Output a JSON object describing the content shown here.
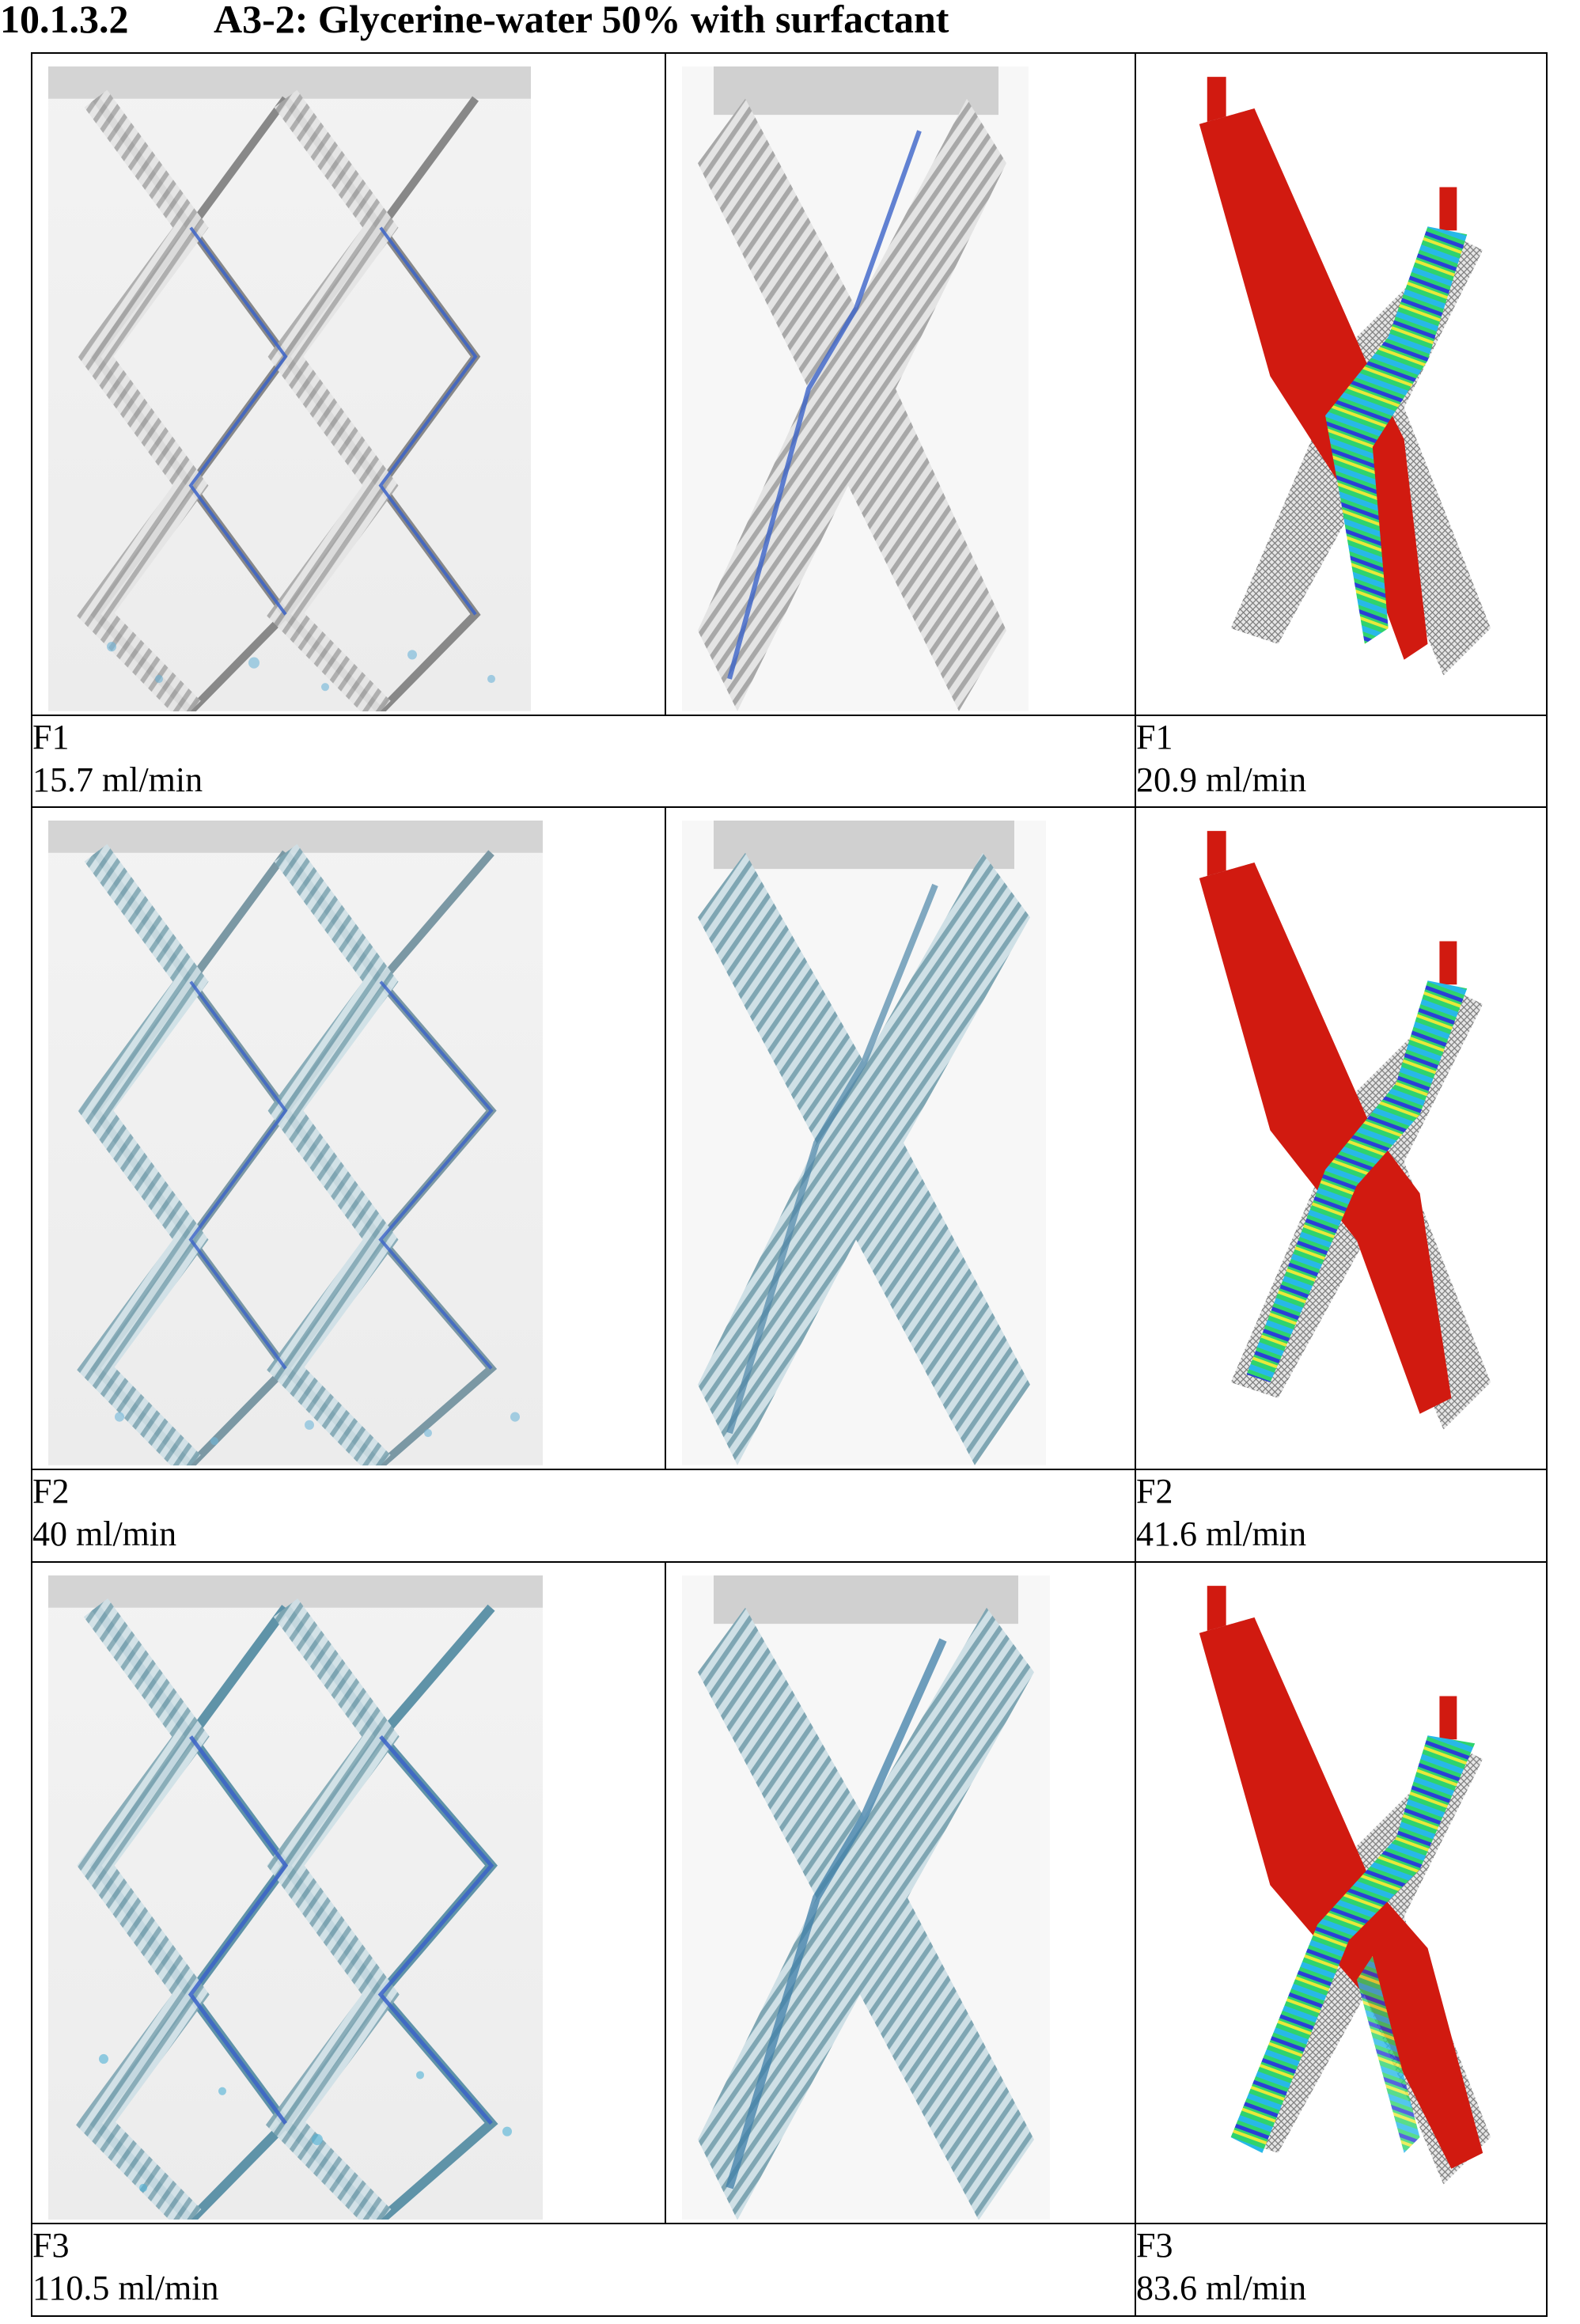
{
  "heading": {
    "number": "10.1.3.2",
    "title": "A3-2: Glycerine-water 50% with surfactant"
  },
  "rows": [
    {
      "exp_label": "F1",
      "exp_rate": "15.7 ml/min",
      "sim_label": "F1",
      "sim_rate": "20.9 ml/min"
    },
    {
      "exp_label": "F2",
      "exp_rate": "40 ml/min",
      "sim_label": "F2",
      "sim_rate": "41.6 ml/min"
    },
    {
      "exp_label": "F3",
      "exp_rate": "110.5 ml/min",
      "sim_label": "F3",
      "sim_rate": "83.6 ml/min"
    }
  ],
  "colors": {
    "liquid_blue": "#3b63c8",
    "film_red": "#d11a10",
    "film_green": "#36d06a",
    "film_cyan": "#33c6e6",
    "sheet_grey": "#8e8e8e"
  }
}
